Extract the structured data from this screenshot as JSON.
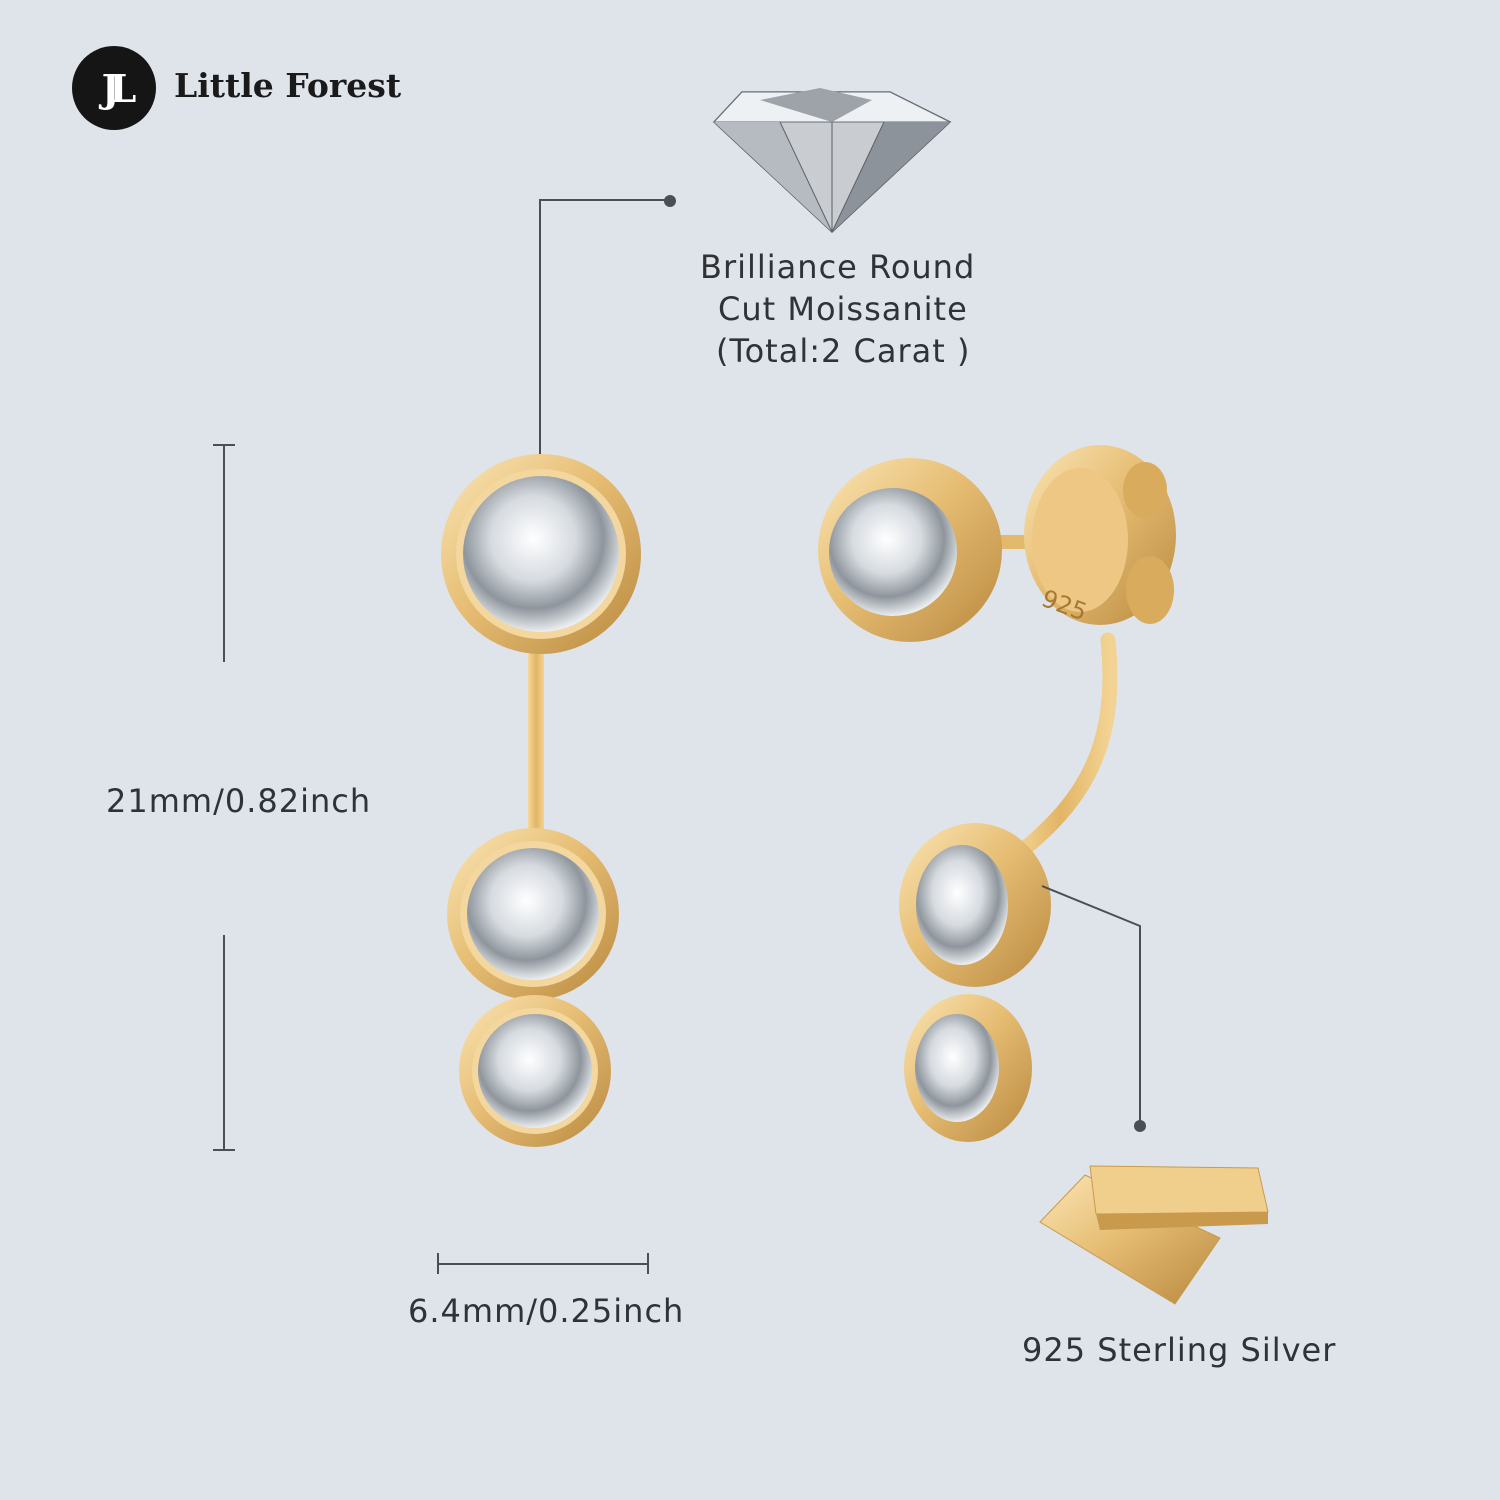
{
  "brand": {
    "logo_text": "JL",
    "name": "Little Forest"
  },
  "callouts": {
    "stone": [
      "Brilliance Round",
      "Cut Moissanite",
      "(Total:2 Carat )"
    ],
    "metal": "925 Sterling Silver"
  },
  "dimensions": {
    "height": "21mm/0.82inch",
    "width": "6.4mm/0.25inch"
  },
  "stamp": "925",
  "colors": {
    "background": "#dfe4ea",
    "gold": "#e8c27a",
    "line": "#4a4f56"
  }
}
